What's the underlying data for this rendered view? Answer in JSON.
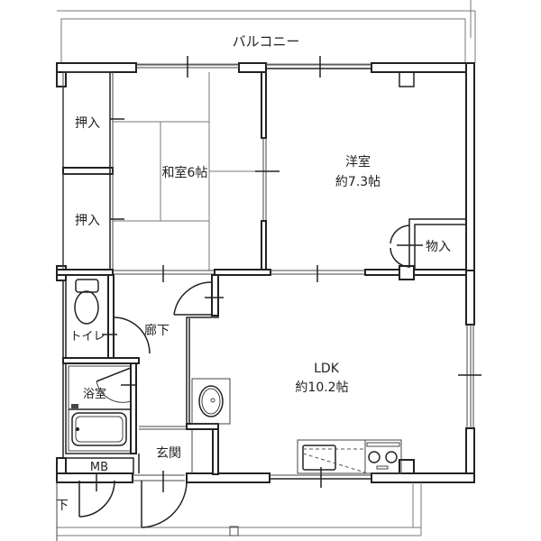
{
  "plan": {
    "rooms": {
      "balcony": {
        "label": "バルコニー"
      },
      "washitsu": {
        "label": "和室6帖"
      },
      "youshitsu": {
        "label_line1": "洋室",
        "label_line2": "約7.3帖"
      },
      "oshiire_upper": {
        "label": "押入"
      },
      "oshiire_lower": {
        "label": "押入"
      },
      "monoire": {
        "label": "物入"
      },
      "toilet": {
        "label": "トイレ"
      },
      "hallway": {
        "label": "廊下"
      },
      "bathroom": {
        "label": "浴室"
      },
      "ldk": {
        "label_line1": "LDK",
        "label_line2": "約10.2帖"
      },
      "entrance": {
        "label": "玄関"
      },
      "meter_box": {
        "label": "MB"
      },
      "outside_corridor": {
        "label": "下"
      }
    },
    "colors": {
      "wall_stroke": "#222222",
      "background": "#ffffff",
      "tatami_line": "#555555"
    }
  }
}
